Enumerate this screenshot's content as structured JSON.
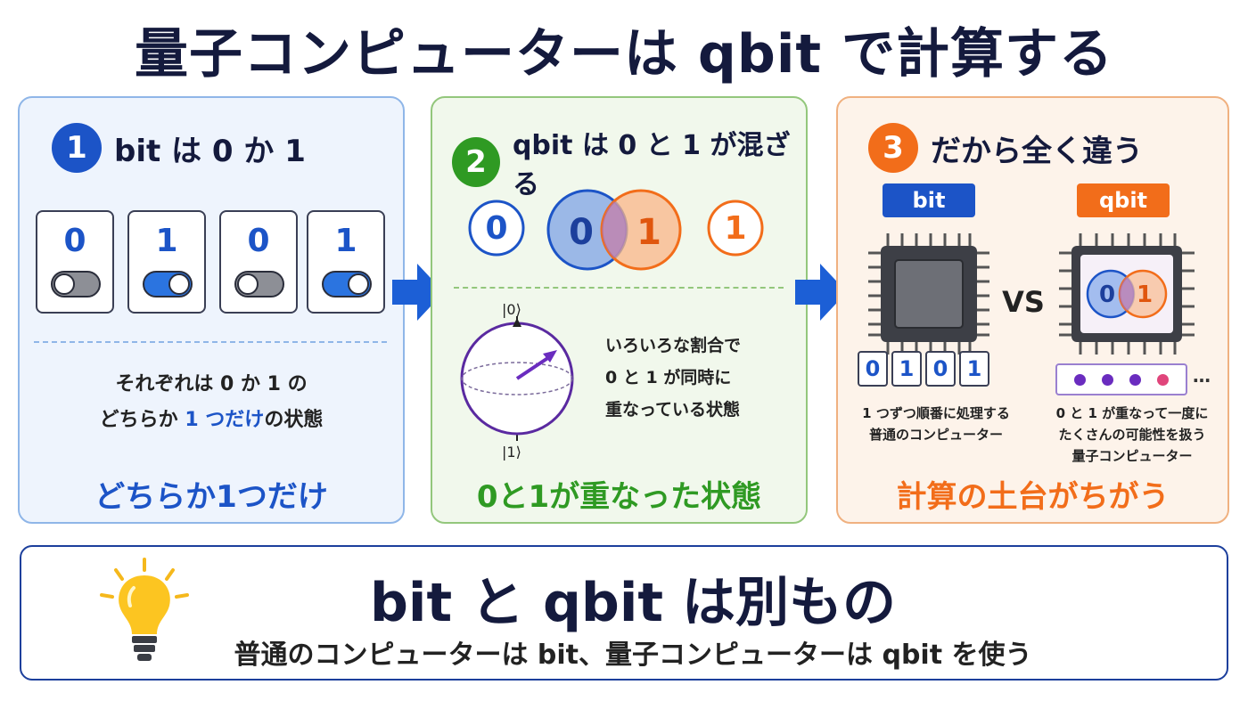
{
  "title": "量子コンピューターは qbit で計算する",
  "colors": {
    "blue": "#1c54c7",
    "green": "#2f9a23",
    "orange": "#f26d1a",
    "purple": "#6a2cbf",
    "navy": "#141a3d"
  },
  "panel1": {
    "number": "1",
    "heading": "bit は 0 か 1",
    "cards": [
      {
        "value": "0",
        "toggle": "off"
      },
      {
        "value": "1",
        "toggle": "on"
      },
      {
        "value": "0",
        "toggle": "off"
      },
      {
        "value": "1",
        "toggle": "on"
      }
    ],
    "caption_line1": "それぞれは 0 か 1 の",
    "caption_line2_pre": "どちらか ",
    "caption_line2_highlight": "1 つだけ",
    "caption_line2_post": "の状態",
    "footer": "どちらか1つだけ"
  },
  "panel2": {
    "number": "2",
    "heading": "qbit は 0 と 1 が混ざる",
    "circle_zero": "0",
    "overlap_zero": "0",
    "overlap_one": "1",
    "circle_one": "1",
    "ket_zero": "|0⟩",
    "ket_one": "|1⟩",
    "desc_line1": "いろいろな割合で",
    "desc_line2": "0 と 1 が同時に",
    "desc_line3": "重なっている状態",
    "footer": "0と1が重なった状態"
  },
  "panel3": {
    "number": "3",
    "heading": "だから全く違う",
    "bit_label": "bit",
    "qbit_label": "qbit",
    "vs": "VS",
    "chip_zero": "0",
    "chip_one": "1",
    "bits": [
      "0",
      "1",
      "0",
      "1"
    ],
    "ellipsis": "…",
    "bit_desc_line1": "1 つずつ順番に処理する",
    "bit_desc_line2": "普通のコンピューター",
    "qbit_desc_line1": "0 と 1 が重なって一度に",
    "qbit_desc_line2": "たくさんの可能性を扱う",
    "qbit_desc_line3": "量子コンピューター",
    "footer": "計算の土台がちがう"
  },
  "summary": {
    "main": "bit と qbit は別もの",
    "sub": "普通のコンピューターは bit、量子コンピューターは qbit を使う",
    "icon": "lightbulb-icon"
  }
}
